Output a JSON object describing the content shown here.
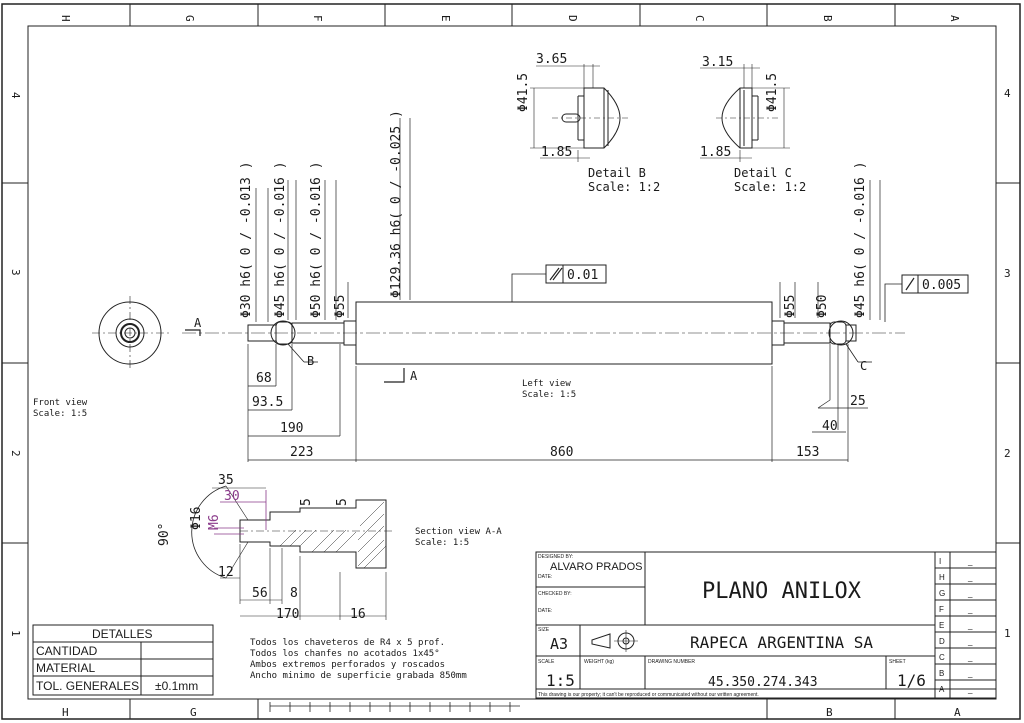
{
  "border": {
    "top_letters": [
      "H",
      "G",
      "F",
      "E",
      "D",
      "C",
      "B",
      "A"
    ],
    "bottom_letters": [
      "H",
      "G",
      "B",
      "A"
    ],
    "side_numbers": [
      "4",
      "3",
      "2",
      "1"
    ]
  },
  "front_view": {
    "label": "Front view",
    "scale": "Scale:  1:5"
  },
  "left_view": {
    "label": "Left view",
    "scale": "Scale:  1:5"
  },
  "section_view": {
    "label": "Section view A-A",
    "scale": "Scale:  1:5"
  },
  "detail_b": {
    "label": "Detail B",
    "scale": "Scale:  1:2",
    "dia": "Φ41.5",
    "d1": "3.65",
    "d2": "1.85"
  },
  "detail_c": {
    "label": "Detail C",
    "scale": "Scale:  1:2",
    "dia": "Φ41.5",
    "d1": "3.15",
    "d2": "1.85"
  },
  "section_marks": {
    "a1": "A",
    "a2": "A",
    "b": "B",
    "c": "C"
  },
  "diameters": {
    "d30": "Φ30 h6( 0 / -0.013 )",
    "d45": "Φ45 h6( 0 / -0.016 )",
    "d50": "Φ50 h6( 0 / -0.016 )",
    "d55": "Φ55",
    "d129": "Φ129.36 h6( 0 / -0.025 )",
    "d55r": "Φ55",
    "d50r": "Φ50",
    "d45r": "Φ45 h6( 0 / -0.016 )"
  },
  "tolerance_frames": {
    "runout1": "0.01",
    "runout2": "0.005"
  },
  "lengths": {
    "l68": "68",
    "l93": "93.5",
    "l190": "190",
    "l223": "223",
    "l860": "860",
    "l153": "153",
    "l25": "25",
    "l40": "40"
  },
  "section_dims": {
    "s35": "35",
    "s30": "30",
    "s16d": "Φ16",
    "m6": "M6",
    "a90": "90°",
    "s5a": "5",
    "s5b": "5",
    "s12": "12",
    "s56": "56",
    "s8": "8",
    "s170": "170",
    "s16": "16"
  },
  "notes": [
    "Todos los chaveteros de R4 x 5 prof.",
    "Todos los chanfes no acotados 1x45°",
    "Ambos extremos perforados y roscados",
    "Ancho minimo de superficie grabada 850mm"
  ],
  "details_table": {
    "header": "DETALLES",
    "rows": [
      {
        "label": "CANTIDAD",
        "value": ""
      },
      {
        "label": "MATERIAL",
        "value": ""
      },
      {
        "label": "TOL. GENERALES",
        "value": "±0.1mm"
      }
    ]
  },
  "title_block": {
    "designed_by_label": "DESIGNED BY:",
    "designer": "ALVARO PRADOS",
    "date_label": "DATE:",
    "checked_by_label": "CHECKED BY:",
    "date2_label": "DATE:",
    "title": "PLANO ANILOX",
    "size_label": "SIZE",
    "size": "A3",
    "company": "RAPECA ARGENTINA SA",
    "scale_label": "SCALE",
    "scale": "1:5",
    "weight_label": "WEIGHT (kg)",
    "drawing_number_label": "DRAWING NUMBER",
    "drawing_number": "45.350.274.343",
    "sheet_label": "SHEET",
    "sheet": "1/6",
    "disclaimer": "This drawing is our property; it can't be reproduced or communicated without our written agreement.",
    "revisions": [
      "I",
      "H",
      "G",
      "F",
      "E",
      "D",
      "C",
      "B",
      "A"
    ],
    "rev_value": "_"
  }
}
